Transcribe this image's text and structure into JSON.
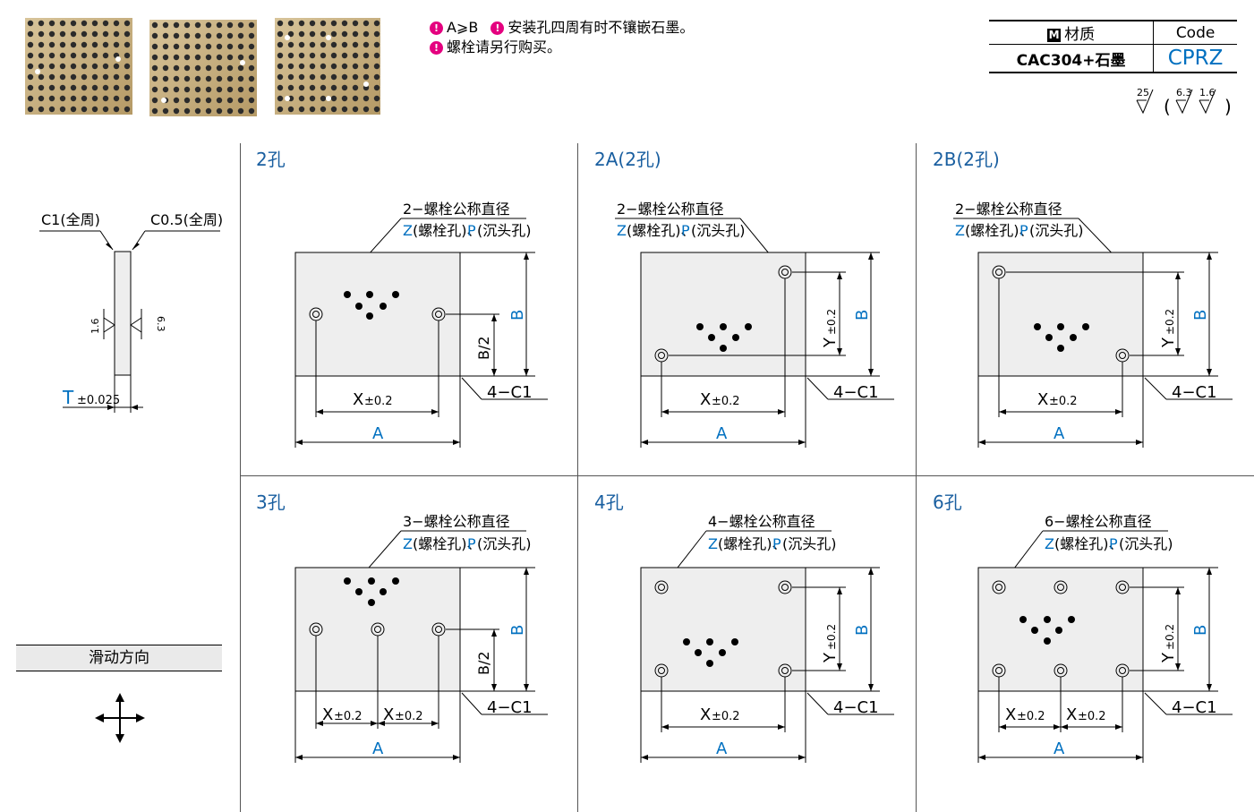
{
  "notes": {
    "line1_a": "A⩾B",
    "line1_b": "安装孔四周有时不镶嵌石墨。",
    "line2": "螺栓请另行购买。"
  },
  "material_table": {
    "material_header": "材质",
    "code_header": "Code",
    "material_value": "CAC304+石墨",
    "code_value": "CPRZ",
    "badge": "M"
  },
  "roughness": {
    "r1": "25",
    "r2": "6.3",
    "r3": "1.6"
  },
  "side_view": {
    "c1_label": "C1(全周)",
    "c05_label": "C0.5(全周)",
    "left_rough": "1.6",
    "right_rough": "6.3",
    "t_label": "T",
    "t_tol": "±0.025"
  },
  "sliding": {
    "label": "滑动方向"
  },
  "panels": [
    {
      "title": "2孔",
      "callout": "2−螺栓公称直径"
    },
    {
      "title": "2A(2孔)",
      "callout": "2−螺栓公称直径"
    },
    {
      "title": "2B(2孔)",
      "callout": "2−螺栓公称直径"
    },
    {
      "title": "3孔",
      "callout": "3−螺栓公称直径"
    },
    {
      "title": "4孔",
      "callout": "4−螺栓公称直径"
    },
    {
      "title": "6孔",
      "callout": "6−螺栓公称直径"
    }
  ],
  "labels": {
    "z_letter": "Z",
    "z_text": "(螺栓孔)、",
    "p_letter": "P",
    "p_text": "(沉头孔)",
    "a": "A",
    "b": "B",
    "half_b": "B/2",
    "x": "X",
    "y": "Y",
    "tol": "±0.2",
    "chamfer": "4−C1"
  },
  "colors": {
    "accent": "#0070c0",
    "warn": "#e4007f",
    "plate": "#eeeeee"
  }
}
